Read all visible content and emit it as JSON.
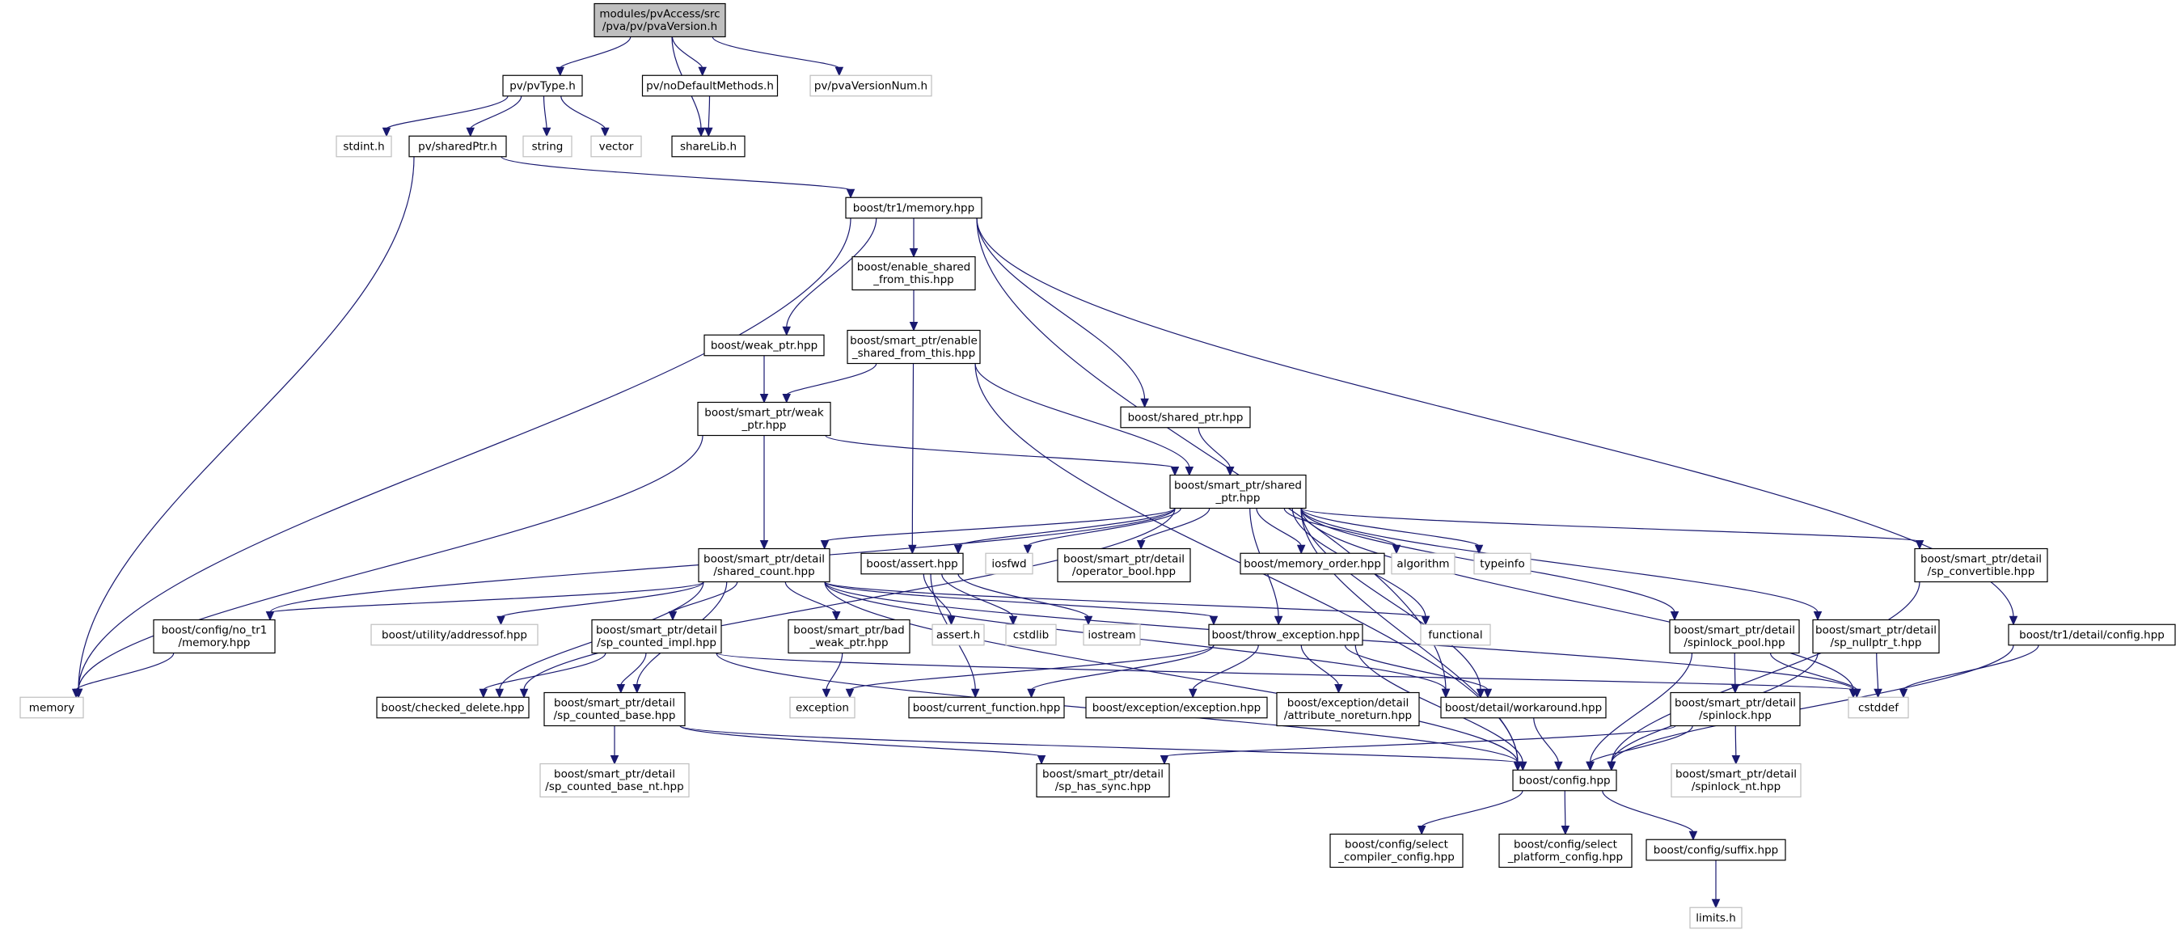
{
  "diagram": {
    "nodes": [
      {
        "id": "root",
        "lines": [
          "modules/pvAccess/src",
          "/pva/pv/pvaVersion.h"
        ],
        "style": "root"
      },
      {
        "id": "pvType",
        "lines": [
          "pv/pvType.h"
        ],
        "style": "normal"
      },
      {
        "id": "noDefault",
        "lines": [
          "pv/noDefaultMethods.h"
        ],
        "style": "normal"
      },
      {
        "id": "pvaVersionNum",
        "lines": [
          "pv/pvaVersionNum.h"
        ],
        "style": "external"
      },
      {
        "id": "stdint",
        "lines": [
          "stdint.h"
        ],
        "style": "external"
      },
      {
        "id": "sharedPtr",
        "lines": [
          "pv/sharedPtr.h"
        ],
        "style": "normal"
      },
      {
        "id": "string",
        "lines": [
          "string"
        ],
        "style": "external"
      },
      {
        "id": "vector",
        "lines": [
          "vector"
        ],
        "style": "external"
      },
      {
        "id": "shareLib",
        "lines": [
          "shareLib.h"
        ],
        "style": "normal"
      },
      {
        "id": "tr1memory",
        "lines": [
          "boost/tr1/memory.hpp"
        ],
        "style": "normal"
      },
      {
        "id": "enableShared",
        "lines": [
          "boost/enable_shared",
          "_from_this.hpp"
        ],
        "style": "normal"
      },
      {
        "id": "spEnableShared",
        "lines": [
          "boost/smart_ptr/enable",
          "_shared_from_this.hpp"
        ],
        "style": "normal"
      },
      {
        "id": "weakPtr",
        "lines": [
          "boost/weak_ptr.hpp"
        ],
        "style": "normal"
      },
      {
        "id": "spWeakPtr",
        "lines": [
          "boost/smart_ptr/weak",
          "_ptr.hpp"
        ],
        "style": "normal"
      },
      {
        "id": "sharedPtrHpp",
        "lines": [
          "boost/shared_ptr.hpp"
        ],
        "style": "normal"
      },
      {
        "id": "spSharedPtr",
        "lines": [
          "boost/smart_ptr/shared",
          "_ptr.hpp"
        ],
        "style": "normal"
      },
      {
        "id": "sharedCount",
        "lines": [
          "boost/smart_ptr/detail",
          "/shared_count.hpp"
        ],
        "style": "normal"
      },
      {
        "id": "assertHpp",
        "lines": [
          "boost/assert.hpp"
        ],
        "style": "normal"
      },
      {
        "id": "iosfwd",
        "lines": [
          "iosfwd"
        ],
        "style": "external"
      },
      {
        "id": "operatorBool",
        "lines": [
          "boost/smart_ptr/detail",
          "/operator_bool.hpp"
        ],
        "style": "normal"
      },
      {
        "id": "memoryOrder",
        "lines": [
          "boost/memory_order.hpp"
        ],
        "style": "normal"
      },
      {
        "id": "algorithm",
        "lines": [
          "algorithm"
        ],
        "style": "external"
      },
      {
        "id": "typeinfo",
        "lines": [
          "typeinfo"
        ],
        "style": "external"
      },
      {
        "id": "spConvertible",
        "lines": [
          "boost/smart_ptr/detail",
          "/sp_convertible.hpp"
        ],
        "style": "normal"
      },
      {
        "id": "tr1config",
        "lines": [
          "boost/tr1/detail/config.hpp"
        ],
        "style": "normal"
      },
      {
        "id": "noTr1memory",
        "lines": [
          "boost/config/no_tr1",
          "/memory.hpp"
        ],
        "style": "normal"
      },
      {
        "id": "addressof",
        "lines": [
          "boost/utility/addressof.hpp"
        ],
        "style": "external"
      },
      {
        "id": "spCountedImpl",
        "lines": [
          "boost/smart_ptr/detail",
          "/sp_counted_impl.hpp"
        ],
        "style": "normal"
      },
      {
        "id": "badWeakPtr",
        "lines": [
          "boost/smart_ptr/bad",
          "_weak_ptr.hpp"
        ],
        "style": "normal"
      },
      {
        "id": "assertH",
        "lines": [
          "assert.h"
        ],
        "style": "external"
      },
      {
        "id": "cstdlib",
        "lines": [
          "cstdlib"
        ],
        "style": "external"
      },
      {
        "id": "iostream",
        "lines": [
          "iostream"
        ],
        "style": "external"
      },
      {
        "id": "throwException",
        "lines": [
          "boost/throw_exception.hpp"
        ],
        "style": "normal"
      },
      {
        "id": "functional",
        "lines": [
          "functional"
        ],
        "style": "external"
      },
      {
        "id": "spinlockPool",
        "lines": [
          "boost/smart_ptr/detail",
          "/spinlock_pool.hpp"
        ],
        "style": "normal"
      },
      {
        "id": "spNullptr",
        "lines": [
          "boost/smart_ptr/detail",
          "/sp_nullptr_t.hpp"
        ],
        "style": "normal"
      },
      {
        "id": "memory",
        "lines": [
          "memory"
        ],
        "style": "external"
      },
      {
        "id": "checkedDelete",
        "lines": [
          "boost/checked_delete.hpp"
        ],
        "style": "normal"
      },
      {
        "id": "spCountedBase",
        "lines": [
          "boost/smart_ptr/detail",
          "/sp_counted_base.hpp"
        ],
        "style": "normal"
      },
      {
        "id": "exception",
        "lines": [
          "exception"
        ],
        "style": "external"
      },
      {
        "id": "currentFunction",
        "lines": [
          "boost/current_function.hpp"
        ],
        "style": "normal"
      },
      {
        "id": "exceptionHpp",
        "lines": [
          "boost/exception/exception.hpp"
        ],
        "style": "normal"
      },
      {
        "id": "attrNoreturn",
        "lines": [
          "boost/exception/detail",
          "/attribute_noreturn.hpp"
        ],
        "style": "normal"
      },
      {
        "id": "workaround",
        "lines": [
          "boost/detail/workaround.hpp"
        ],
        "style": "normal"
      },
      {
        "id": "spinlock",
        "lines": [
          "boost/smart_ptr/detail",
          "/spinlock.hpp"
        ],
        "style": "normal"
      },
      {
        "id": "cstddef",
        "lines": [
          "cstddef"
        ],
        "style": "external"
      },
      {
        "id": "spCountedBaseNt",
        "lines": [
          "boost/smart_ptr/detail",
          "/sp_counted_base_nt.hpp"
        ],
        "style": "external"
      },
      {
        "id": "spHasSync",
        "lines": [
          "boost/smart_ptr/detail",
          "/sp_has_sync.hpp"
        ],
        "style": "normal"
      },
      {
        "id": "configHpp",
        "lines": [
          "boost/config.hpp"
        ],
        "style": "normal"
      },
      {
        "id": "spinlockNt",
        "lines": [
          "boost/smart_ptr/detail",
          "/spinlock_nt.hpp"
        ],
        "style": "external"
      },
      {
        "id": "selectCompiler",
        "lines": [
          "boost/config/select",
          "_compiler_config.hpp"
        ],
        "style": "normal"
      },
      {
        "id": "selectPlatform",
        "lines": [
          "boost/config/select",
          "_platform_config.hpp"
        ],
        "style": "normal"
      },
      {
        "id": "suffix",
        "lines": [
          "boost/config/suffix.hpp"
        ],
        "style": "normal"
      },
      {
        "id": "limits",
        "lines": [
          "limits.h"
        ],
        "style": "external"
      }
    ],
    "edges": [
      [
        "root",
        "pvType"
      ],
      [
        "root",
        "shareLib"
      ],
      [
        "root",
        "noDefault"
      ],
      [
        "root",
        "pvaVersionNum"
      ],
      [
        "pvType",
        "stdint"
      ],
      [
        "pvType",
        "sharedPtr"
      ],
      [
        "pvType",
        "string"
      ],
      [
        "pvType",
        "vector"
      ],
      [
        "noDefault",
        "shareLib"
      ],
      [
        "sharedPtr",
        "memory"
      ],
      [
        "sharedPtr",
        "tr1memory"
      ],
      [
        "tr1memory",
        "memory"
      ],
      [
        "tr1memory",
        "weakPtr"
      ],
      [
        "tr1memory",
        "enableShared"
      ],
      [
        "tr1memory",
        "sharedPtrHpp"
      ],
      [
        "tr1memory",
        "workaround"
      ],
      [
        "tr1memory",
        "tr1config"
      ],
      [
        "enableShared",
        "spEnableShared"
      ],
      [
        "spEnableShared",
        "spWeakPtr"
      ],
      [
        "spEnableShared",
        "assertHpp"
      ],
      [
        "spEnableShared",
        "spSharedPtr"
      ],
      [
        "spEnableShared",
        "configHpp"
      ],
      [
        "weakPtr",
        "spWeakPtr"
      ],
      [
        "spWeakPtr",
        "memory"
      ],
      [
        "spWeakPtr",
        "sharedCount"
      ],
      [
        "spWeakPtr",
        "spSharedPtr"
      ],
      [
        "sharedPtrHpp",
        "spSharedPtr"
      ],
      [
        "spSharedPtr",
        "noTr1memory"
      ],
      [
        "spSharedPtr",
        "sharedCount"
      ],
      [
        "spSharedPtr",
        "assertHpp"
      ],
      [
        "spSharedPtr",
        "iosfwd"
      ],
      [
        "spSharedPtr",
        "operatorBool"
      ],
      [
        "spSharedPtr",
        "memoryOrder"
      ],
      [
        "spSharedPtr",
        "algorithm"
      ],
      [
        "spSharedPtr",
        "typeinfo"
      ],
      [
        "spSharedPtr",
        "spConvertible"
      ],
      [
        "spSharedPtr",
        "spNullptr"
      ],
      [
        "spSharedPtr",
        "cstddef"
      ],
      [
        "spSharedPtr",
        "spinlockPool"
      ],
      [
        "spSharedPtr",
        "throwException"
      ],
      [
        "spSharedPtr",
        "functional"
      ],
      [
        "spSharedPtr",
        "workaround"
      ],
      [
        "spSharedPtr",
        "configHpp"
      ],
      [
        "spSharedPtr",
        "checkedDelete"
      ],
      [
        "sharedCount",
        "noTr1memory"
      ],
      [
        "sharedCount",
        "addressof"
      ],
      [
        "sharedCount",
        "spCountedImpl"
      ],
      [
        "sharedCount",
        "badWeakPtr"
      ],
      [
        "sharedCount",
        "checkedDelete"
      ],
      [
        "sharedCount",
        "spCountedBase"
      ],
      [
        "sharedCount",
        "throwException"
      ],
      [
        "sharedCount",
        "functional"
      ],
      [
        "sharedCount",
        "workaround"
      ],
      [
        "sharedCount",
        "configHpp"
      ],
      [
        "sharedCount",
        "cstddef"
      ],
      [
        "assertHpp",
        "assertH"
      ],
      [
        "assertHpp",
        "cstdlib"
      ],
      [
        "assertHpp",
        "iostream"
      ],
      [
        "assertHpp",
        "currentFunction"
      ],
      [
        "noTr1memory",
        "memory"
      ],
      [
        "spCountedImpl",
        "checkedDelete"
      ],
      [
        "spCountedImpl",
        "spCountedBase"
      ],
      [
        "spCountedImpl",
        "configHpp"
      ],
      [
        "spCountedImpl",
        "cstddef"
      ],
      [
        "badWeakPtr",
        "exception"
      ],
      [
        "throwException",
        "exception"
      ],
      [
        "throwException",
        "currentFunction"
      ],
      [
        "throwException",
        "exceptionHpp"
      ],
      [
        "throwException",
        "attrNoreturn"
      ],
      [
        "throwException",
        "workaround"
      ],
      [
        "throwException",
        "configHpp"
      ],
      [
        "spinlockPool",
        "configHpp"
      ],
      [
        "spinlockPool",
        "spinlock"
      ],
      [
        "spinlockPool",
        "cstddef"
      ],
      [
        "spNullptr",
        "cstddef"
      ],
      [
        "spNullptr",
        "configHpp"
      ],
      [
        "spConvertible",
        "configHpp"
      ],
      [
        "tr1config",
        "cstddef"
      ],
      [
        "tr1config",
        "configHpp"
      ],
      [
        "spCountedBase",
        "spCountedBaseNt"
      ],
      [
        "spCountedBase",
        "spHasSync"
      ],
      [
        "spCountedBase",
        "configHpp"
      ],
      [
        "spinlock",
        "spHasSync"
      ],
      [
        "spinlock",
        "configHpp"
      ],
      [
        "spinlock",
        "spinlockNt"
      ],
      [
        "workaround",
        "configHpp"
      ],
      [
        "configHpp",
        "selectCompiler"
      ],
      [
        "configHpp",
        "selectPlatform"
      ],
      [
        "configHpp",
        "suffix"
      ],
      [
        "suffix",
        "limits"
      ]
    ]
  },
  "colors": {
    "edge": "#191970",
    "node_border": "#000000",
    "external_border": "#bfbfbf",
    "root_fill": "#bfbfbf",
    "node_fill": "#ffffff"
  }
}
